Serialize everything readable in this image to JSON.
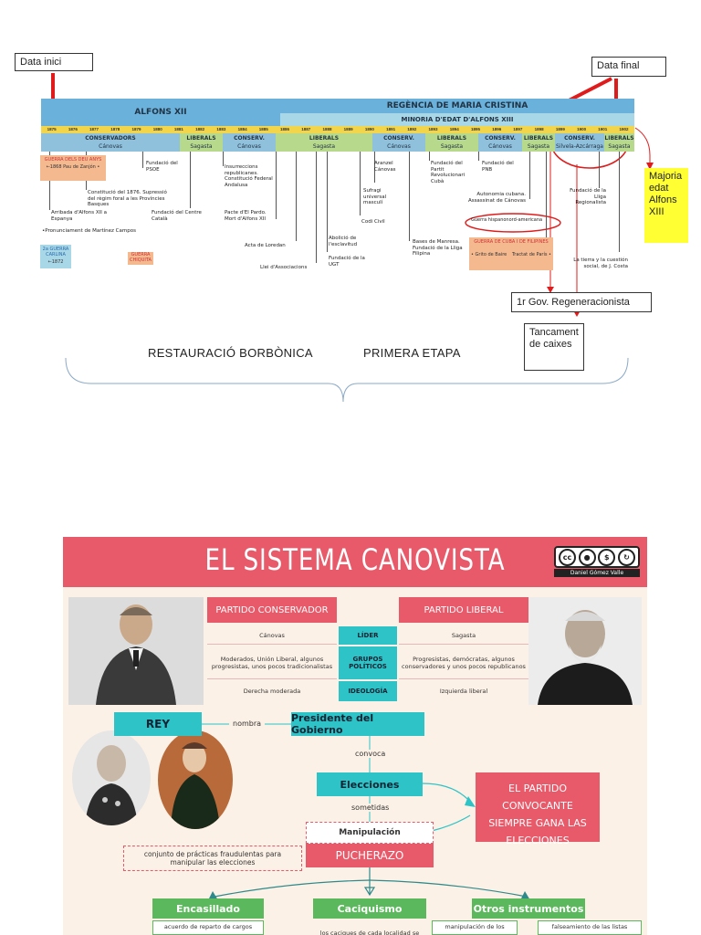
{
  "timeline": {
    "callouts": {
      "start_date": "Data inici",
      "end_date": "Data final",
      "majority": "Majoria edat Alfons XIII",
      "first_regen": "1r Gov. Regeneracionista",
      "closing": "Tancament de caixes"
    },
    "bands": {
      "alfons": "ALFONS XII",
      "regency": "REGÈNCIA DE MARIA CRISTINA",
      "minority": "MINORIA D'EDAT D'ALFONS XIII"
    },
    "years": [
      "1875",
      "1876",
      "1877",
      "1878",
      "1879",
      "1880",
      "1881",
      "1882",
      "1883",
      "1884",
      "1885",
      "1886",
      "1887",
      "1888",
      "1889",
      "1890",
      "1891",
      "1892",
      "1893",
      "1894",
      "1895",
      "1896",
      "1897",
      "1898",
      "1899",
      "1900",
      "1901",
      "1902"
    ],
    "parties": [
      {
        "name": "CONSERVADORS",
        "leader": "Cánovas"
      },
      {
        "name": "LIBERALS",
        "leader": "Sagasta"
      },
      {
        "name": "CONSERV.",
        "leader": "Cánovas"
      },
      {
        "name": "LIBERALS",
        "leader": "Sagasta"
      },
      {
        "name": "CONSERV.",
        "leader": "Cánovas"
      },
      {
        "name": "LIBERALS",
        "leader": "Sagasta"
      },
      {
        "name": "CONSERV.",
        "leader": "Cánovas"
      },
      {
        "name": "LIBERALS",
        "leader": "Sagasta"
      },
      {
        "name": "CONSERV.",
        "leader": "Silvela-Azcárraga"
      },
      {
        "name": "LIBERALS",
        "leader": "Sagasta"
      }
    ],
    "events": {
      "guerra_deu_anys": "GUERRA DELS DEU ANYS",
      "pau_zanjon": "←1868  Pau de Zanjón •",
      "constitucio": "Constitució del 1876. Supressió del règim foral a les Províncies Basques",
      "fundacio_psoe": "Fundació del PSOE",
      "arribada": "Arribada d'Alfons XII a Espanya",
      "pronunciament": "•Pronunciament de Martínez Campos",
      "fundacio_centre": "Fundació del Centre Català",
      "insurreccions": "Insurreccions republicanes. Constitució Federal Andalusa",
      "pacte_pardo": "Pacte d'El Pardo. Mort d'Alfons XII",
      "acta_loredan": "Acta de Loredan",
      "llei_associacions": "Llei d'Associacions",
      "abolicio": "Abolició de l'esclavitud",
      "fundacio_ugt": "Fundació de la UGT",
      "sufragi": "Sufragi universal masculí",
      "codi_civil": "Codi Civil",
      "arancel": "Aranzel Cánovas",
      "bases_manresa": "Bases de Manresa. Fundació de la Lliga Filipina",
      "fundacio_prc": "Fundació del Partit Revolucionari Cubà",
      "fundacio_pnb": "Fundació del PNB",
      "autonomia": "Autonomia cubana. Assassinat de Cánovas",
      "guerra_hisp": "Guerra hispanonord-americana",
      "guerra_cuba": "GUERRA DE CUBA I DE FILIPINES",
      "grito_baire": "• Grito de Baire",
      "tractat_paris": "Tractat de París •",
      "lliga_regionalista": "Fundació de la Lliga Regionalista",
      "costa": "La tierra y la cuestión social, de J. Costa",
      "guerra_carlina_2": "2a GUERRA CARLINA",
      "guerra_carlina_2_year": "←1872",
      "guerra_gran": "GUERRA CHIQUITA"
    },
    "labels": {
      "restauracio": "RESTAURACIÓ BORBÒNICA",
      "etapa": "PRIMERA ETAPA"
    }
  },
  "infographic": {
    "title": "EL SISTEMA CANOVISTA",
    "cc_author": "Daniel Gómez Valle",
    "table": {
      "header_left": "PARTIDO CONSERVADOR",
      "header_right": "PARTIDO LIBERAL",
      "rows": [
        {
          "key": "LÍDER",
          "left": "Cánovas",
          "right": "Sagasta"
        },
        {
          "key": "GRUPOS POLÍTICOS",
          "left": "Moderados, Unión Liberal, algunos progresistas, unos pocos tradicionalistas",
          "right": "Progresistas, demócratas, algunos conservadores y unos pocos republicanos"
        },
        {
          "key": "IDEOLOGÍA",
          "left": "Derecha moderada",
          "right": "Izquierda liberal"
        }
      ]
    },
    "flow": {
      "rey": "REY",
      "nombra": "nombra",
      "presidente": "Presidente del Gobierno",
      "convoca": "convoca",
      "elecciones": "Elecciones",
      "sometidas": "sometidas",
      "manipulacion": "Manipulación",
      "pucherazo": "PUCHERAZO",
      "practicas": "conjunto de prácticas fraudulentas para manipular las elecciones",
      "siempre": "EL PARTIDO CONVOCANTE SIEMPRE GANA LAS ELECCIONES",
      "encasillado": "Encasillado",
      "caciquismo": "Caciquismo",
      "otros": "Otros instrumentos",
      "encasillado_note": "acuerdo de reparto de cargos",
      "caciquismo_note": "los caciques de cada localidad se",
      "otros_note_1": "manipulación de los",
      "otros_note_2": "falseamiento de las listas"
    },
    "colors": {
      "accent": "#e85a6a",
      "teal": "#2ec4c7",
      "green": "#5cb85c",
      "background": "#fcf1e6"
    }
  }
}
